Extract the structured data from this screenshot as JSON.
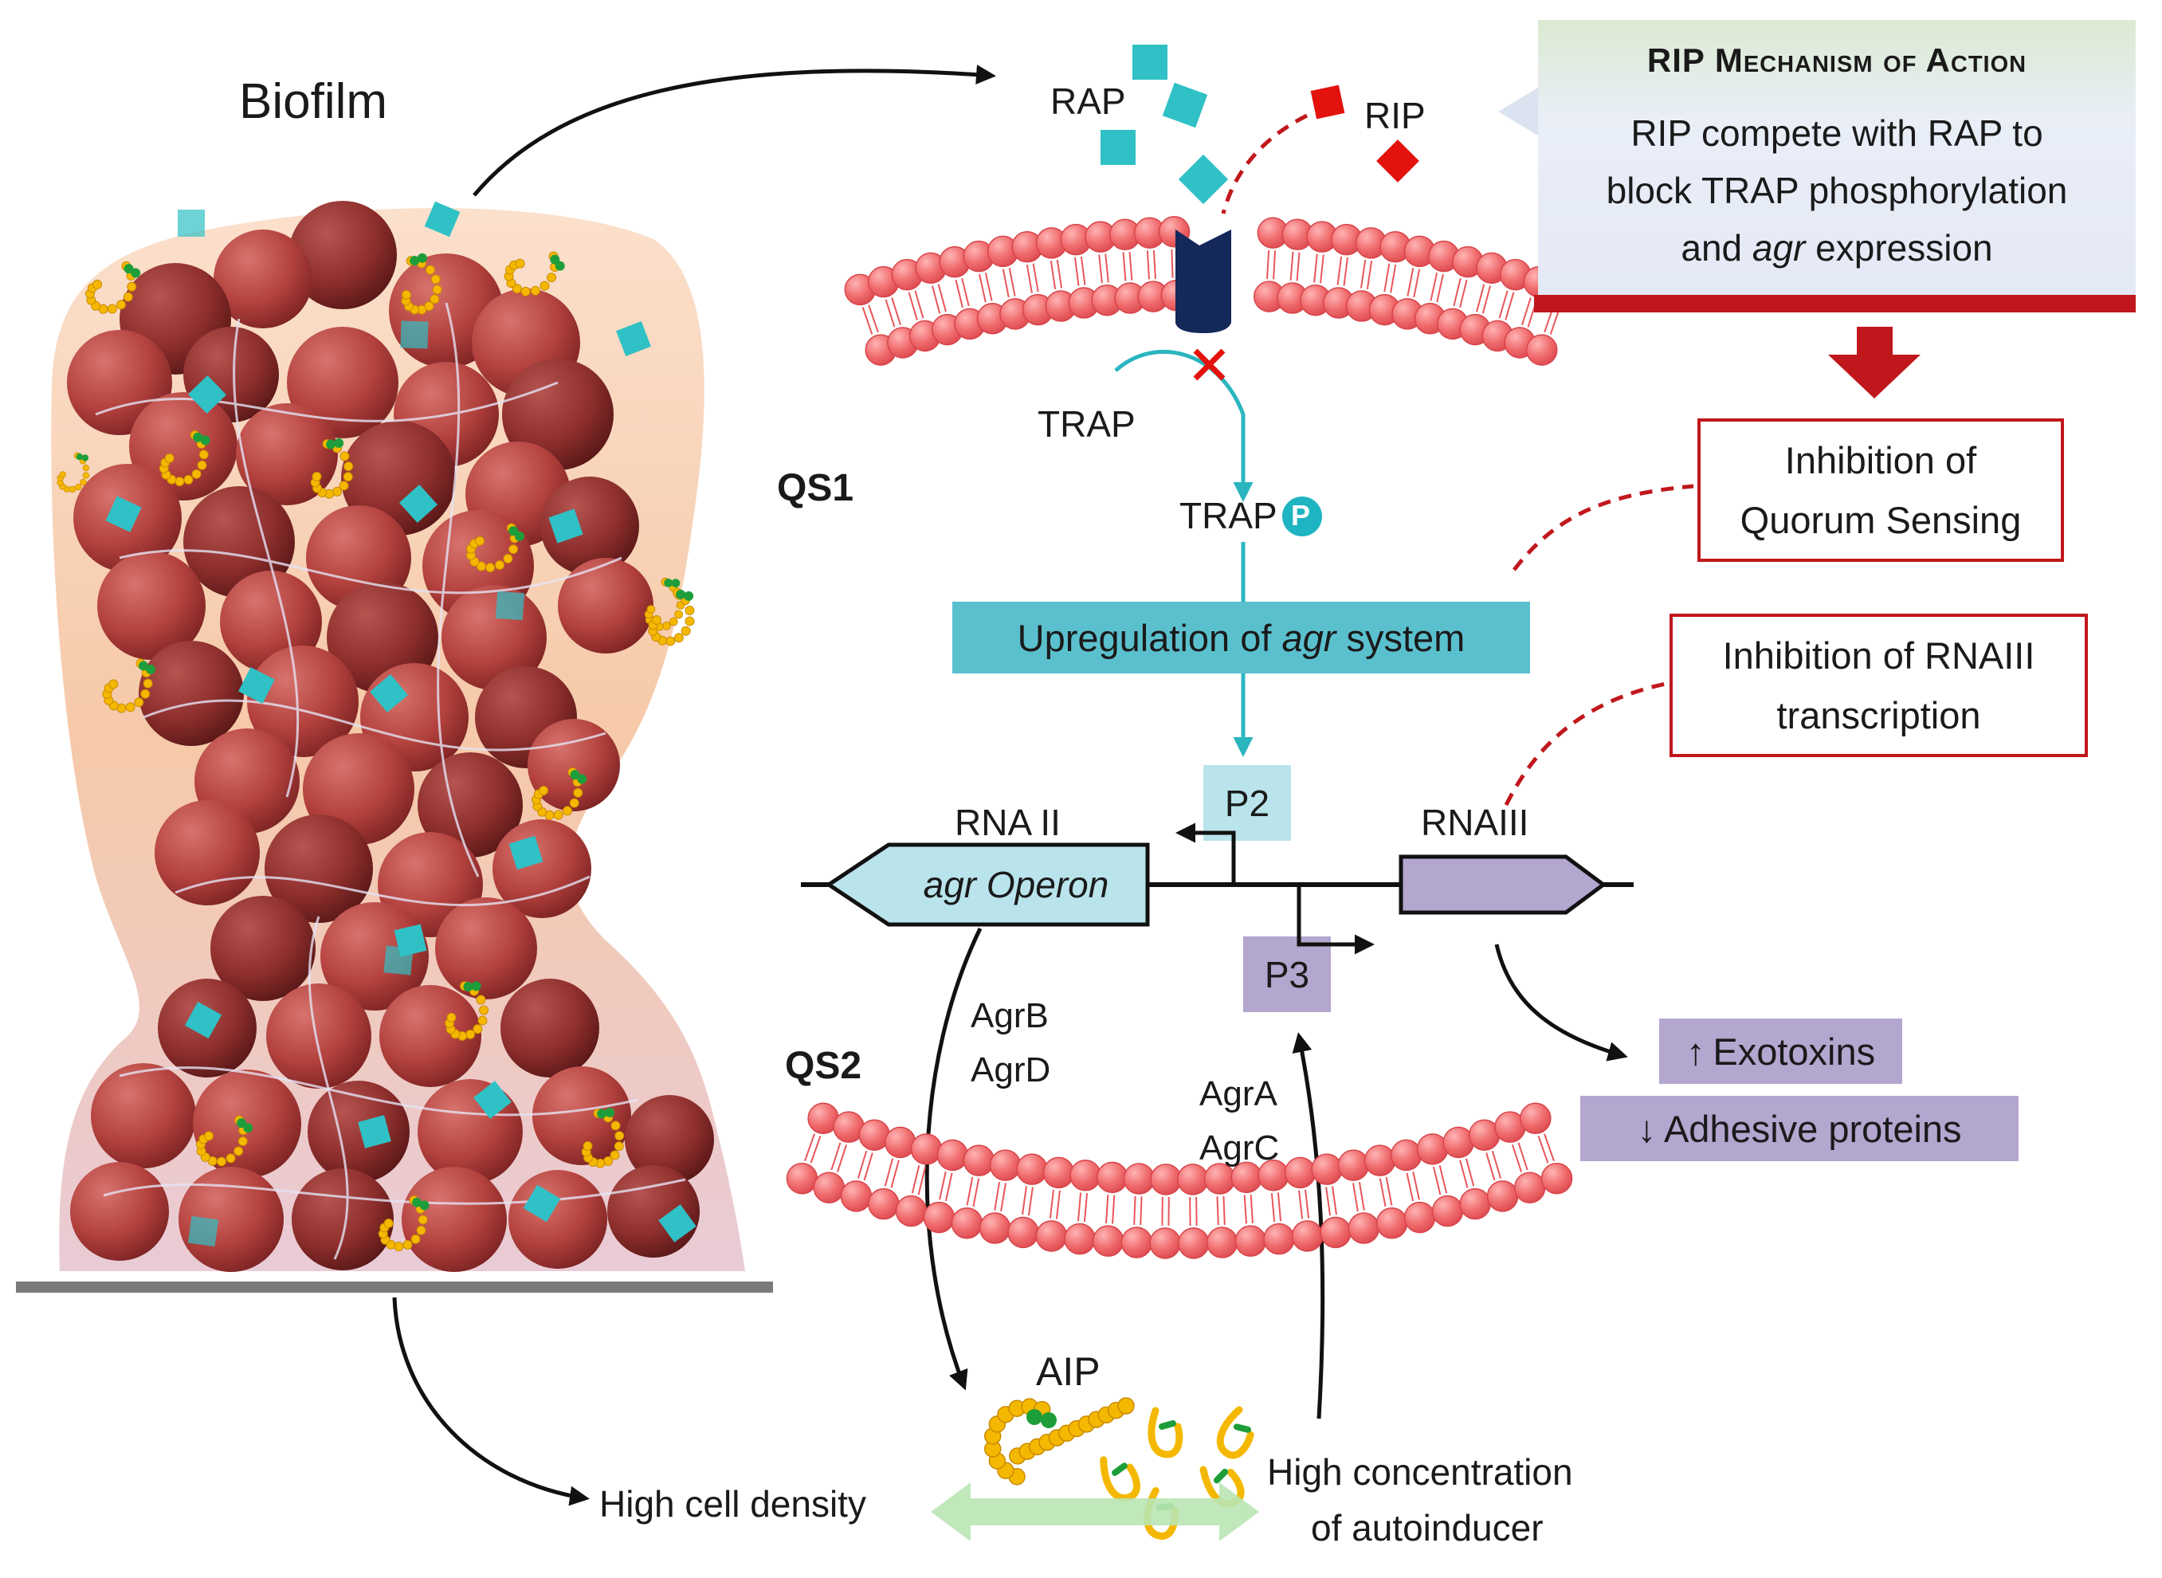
{
  "biofilm": {
    "title": "Biofilm",
    "cell_color": "#b8423f",
    "rap_color": "#2fc1c6",
    "aip_color": "#f5b800"
  },
  "qs1": {
    "label": "QS1",
    "rap": "RAP",
    "rip": "RIP",
    "trap": "TRAP",
    "trap_p_text": "TRAP",
    "phospho": "P",
    "upregulation_prefix": "Upregulation of ",
    "upregulation_italic": "agr",
    "upregulation_suffix": " system",
    "p2": "P2",
    "p3": "P3"
  },
  "operon": {
    "rna2": "RNA II",
    "arrow_italic": "agr",
    "arrow_text": " Operon",
    "rna3": "RNAIII",
    "agrB": "AgrB",
    "agrD": "AgrD",
    "agrA": "AgrA",
    "agrC": "AgrC"
  },
  "qs2": {
    "label": "QS2",
    "aip": "AIP",
    "cell_density": "High cell density",
    "conc_line1": "High concentration",
    "conc_line2": "of autoinducer"
  },
  "callout": {
    "title": "RIP Mechanism of Action",
    "line1": "RIP compete with RAP to",
    "line2": "block TRAP phosphorylation",
    "line3_pre": "and ",
    "line3_italic": "agr",
    "line3_post": " expression"
  },
  "inhibition": {
    "qs_line1": "Inhibition of",
    "qs_line2": "Quorum Sensing",
    "rna_line1": "Inhibition of RNAIII",
    "rna_line2": "transcription"
  },
  "outcomes": {
    "exotoxins": "Exotoxins",
    "up_arrow": "↑",
    "adhesive": "Adhesive proteins",
    "down_arrow": "↓"
  },
  "colors": {
    "membrane": "#e8565a",
    "cyan_box": "#5bc0ce",
    "light_cyan": "#b9e4ec",
    "purple_box": "#b3a6cf",
    "red_accent": "#c0171c",
    "navy_receptor": "#14285a"
  }
}
